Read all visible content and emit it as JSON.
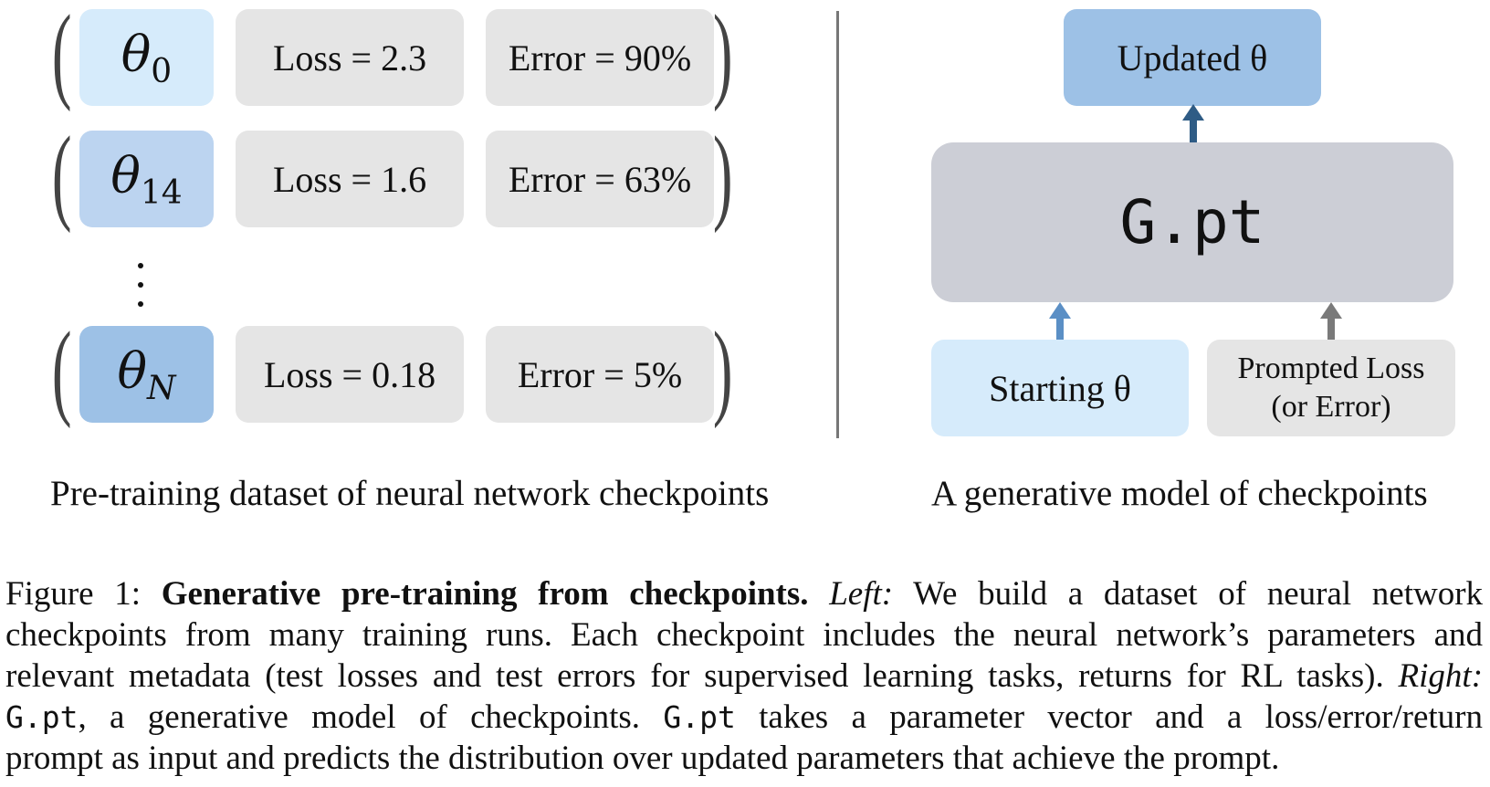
{
  "left_panel": {
    "rows": [
      {
        "theta_symbol": "θ",
        "theta_sub": "0",
        "loss": "Loss = 2.3",
        "error": "Error = 90%"
      },
      {
        "theta_symbol": "θ",
        "theta_sub": "14",
        "loss": "Loss = 1.6",
        "error": "Error = 63%"
      },
      {
        "theta_symbol": "θ",
        "theta_sub": "N",
        "loss": "Loss = 0.18",
        "error": "Error = 5%"
      }
    ],
    "caption": "Pre-training dataset of neural network checkpoints"
  },
  "right_panel": {
    "updated_label": "Updated θ",
    "model_label": "G.pt",
    "starting_label": "Starting θ",
    "prompted_line1": "Prompted Loss",
    "prompted_line2": "(or Error)",
    "caption": "A generative model of checkpoints"
  },
  "colors": {
    "theta0_fill": "#d6ebfb",
    "theta14_fill": "#bcd4f0",
    "thetaN_fill": "#9dc1e6",
    "metric_fill": "#e5e5e5",
    "model_fill": "#ccced6",
    "arrow_dark": "#2f5c85",
    "arrow_blue": "#5b8fc5",
    "arrow_gray": "#7a7a7a"
  },
  "figure_caption": {
    "label": "Figure 1:",
    "bold_title": "Generative pre-training from checkpoints.",
    "left_tag": "Left:",
    "text1": "We build a dataset of neural network",
    "line2": "checkpoints from many training runs. Each checkpoint includes the neural network’s parameters and",
    "line3": "relevant metadata (test losses and test errors for supervised learning tasks, returns for RL tasks).",
    "right_tag": "Right:",
    "code1": "G.pt",
    "text4a": ", a generative model of checkpoints.",
    "code2": "G.pt",
    "text4b": "takes a parameter vector and a loss/error/return",
    "line5": "prompt as input and predicts the distribution over updated parameters that achieve the prompt."
  }
}
